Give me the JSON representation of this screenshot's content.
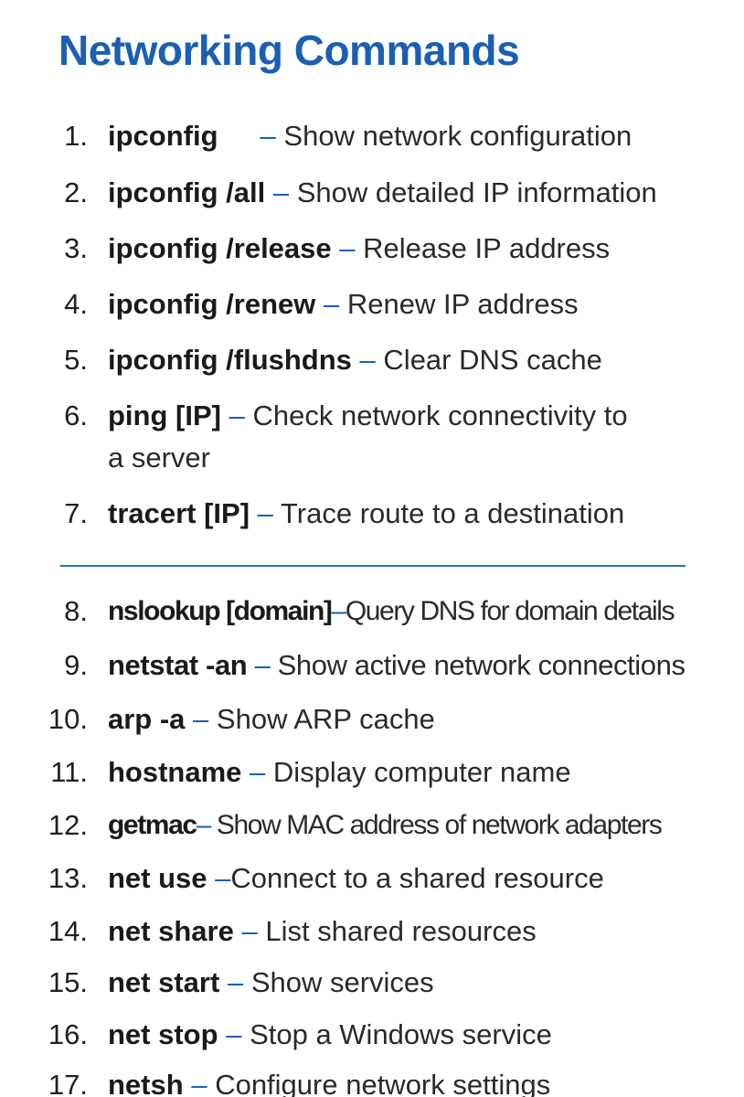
{
  "title": "Networking Commands",
  "items": [
    {
      "num": "1.",
      "cmd": "ipconfig",
      "sep": "–",
      "desc": "Show network configuration",
      "cont": ""
    },
    {
      "num": "2.",
      "cmd": "ipconfig /all",
      "sep": "–",
      "desc": "Show detailed IP information",
      "cont": ""
    },
    {
      "num": "3.",
      "cmd": "ipconfig /release",
      "sep": "–",
      "desc": "Release IP address",
      "cont": ""
    },
    {
      "num": "4.",
      "cmd": "ipconfig /renew",
      "sep": "–",
      "desc": "Renew IP address",
      "cont": ""
    },
    {
      "num": "5.",
      "cmd": "ipconfig /flushdns",
      "sep": "–",
      "desc": "Clear DNS cache",
      "cont": ""
    },
    {
      "num": "6.",
      "cmd": "ping [IP]",
      "sep": "–",
      "desc": "Check network connectivity to",
      "cont": "a server"
    },
    {
      "num": "7.",
      "cmd": "tracert [IP]",
      "sep": "–",
      "desc": "Trace route to a destination",
      "cont": ""
    },
    {
      "num": "8.",
      "cmd": "nslookup [domain]",
      "sep": "–",
      "desc": "Query DNS for domain details",
      "cont": ""
    },
    {
      "num": "9.",
      "cmd": "netstat -an",
      "sep": "–",
      "desc": "Show active network connections",
      "cont": ""
    },
    {
      "num": "10.",
      "cmd": "arp -a",
      "sep": "–",
      "desc": "Show ARP cache",
      "cont": ""
    },
    {
      "num": "11.",
      "cmd": "hostname",
      "sep": "–",
      "desc": "Display computer name",
      "cont": ""
    },
    {
      "num": "12.",
      "cmd": "getmac",
      "sep": "–",
      "desc": "Show MAC address of network adapters",
      "cont": ""
    },
    {
      "num": "13.",
      "cmd": "net use",
      "sep": "–",
      "desc": "Connect to a shared resource",
      "cont": ""
    },
    {
      "num": "14.",
      "cmd": "net share",
      "sep": "–",
      "desc": "List shared resources",
      "cont": ""
    },
    {
      "num": "15.",
      "cmd": "net start",
      "sep": "–",
      "desc": "Show services",
      "cont": ""
    },
    {
      "num": "16.",
      "cmd": "net stop",
      "sep": "–",
      "desc": "Stop a Windows service",
      "cont": ""
    },
    {
      "num": "17.",
      "cmd": "netsh",
      "sep": "–",
      "desc": "Configure network settings",
      "cont": ""
    }
  ],
  "colors": {
    "title": "#1a5fb4",
    "separator": "#1a5fb4",
    "divider": "#2a6fc4"
  }
}
